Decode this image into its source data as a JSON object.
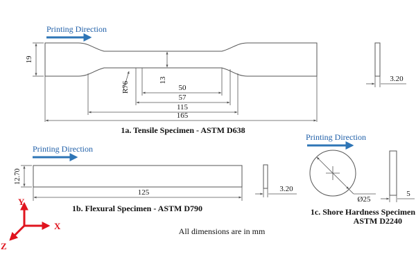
{
  "colors": {
    "line": "#555555",
    "arrow_blue": "#2e75b6",
    "axis_red": "#e0141e",
    "label_blue": "#1f5fa8",
    "text": "#111111"
  },
  "tensile": {
    "print_dir": "Printing Direction",
    "dim_19": "19",
    "dim_r76": "R76",
    "dim_13": "13",
    "dim_50": "50",
    "dim_57": "57",
    "dim_115": "115",
    "dim_165": "165",
    "side_dim": "3.20",
    "caption": "1a. Tensile Specimen - ASTM D638"
  },
  "flexural": {
    "print_dir": "Printing Direction",
    "dim_height": "12.70",
    "dim_length": "125",
    "side_dim": "3.20",
    "caption": "1b. Flexural Specimen - ASTM D790"
  },
  "hardness": {
    "print_dir": "Printing Direction",
    "dim_diameter": "Ø25",
    "side_dim": "5",
    "caption_line1": "1c. Shore Hardness Specimen",
    "caption_line2": "ASTM D2240"
  },
  "axes": {
    "y": "Y",
    "x": "X",
    "z": "Z"
  },
  "note": "All dimensions are in mm"
}
